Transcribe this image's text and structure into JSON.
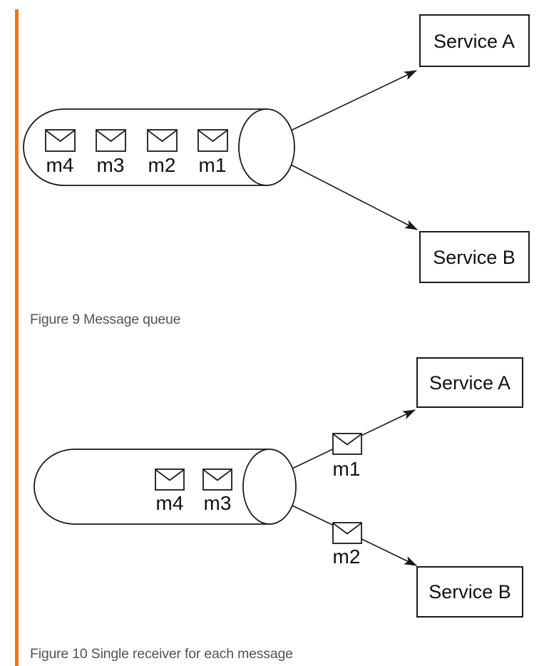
{
  "colors": {
    "accent": "#f97316",
    "background": "#ffffff",
    "diagram_stroke": "#1a1a1a",
    "diagram_text": "#111111",
    "caption_text": "#505357"
  },
  "figure9": {
    "caption": "Figure 9 Message queue",
    "queue_messages": [
      "m4",
      "m3",
      "m2",
      "m1"
    ],
    "services": [
      "Service A",
      "Service B"
    ]
  },
  "figure10": {
    "caption": "Figure 10 Single receiver for each message",
    "queue_messages": [
      "m4",
      "m3"
    ],
    "inflight_messages": [
      "m1",
      "m2"
    ],
    "services": [
      "Service A",
      "Service B"
    ]
  }
}
